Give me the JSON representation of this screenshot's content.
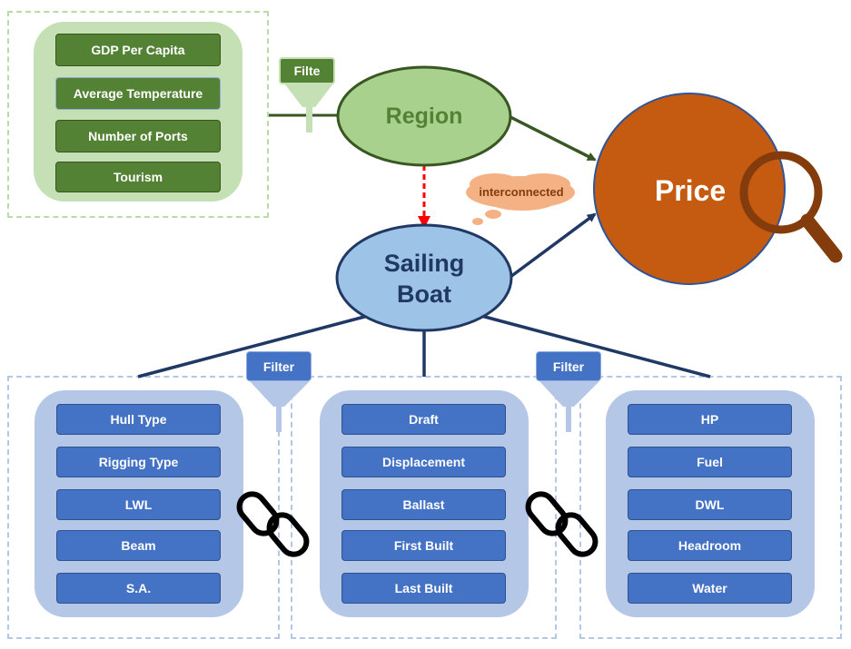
{
  "region_group": {
    "filter_tag": "Filte",
    "attributes": [
      "GDP Per Capita",
      "Average Temperature",
      "Number of Ports",
      "Tourism"
    ]
  },
  "boat_groups": [
    {
      "filter_tag": "Filter",
      "attributes": [
        "Hull Type",
        "Rigging Type",
        "LWL",
        "Beam",
        "S.A."
      ]
    },
    {
      "filter_tag": "Filter",
      "attributes": [
        "Draft",
        "Displacement",
        "Ballast",
        "First Built",
        "Last Built"
      ]
    },
    {
      "attributes": [
        "HP",
        "Fuel",
        "DWL",
        "Headroom",
        "Water"
      ]
    }
  ],
  "nodes": {
    "region": "Region",
    "sailing_boat_line1": "Sailing",
    "sailing_boat_line2": "Boat",
    "price": "Price"
  },
  "annotation": "interconnected",
  "colors": {
    "green_dark": "#548235",
    "green_light": "#c5e0b4",
    "region_fill": "#a9d18e",
    "blue_box": "#4472c4",
    "blue_light": "#b4c7e7",
    "boat_fill": "#9dc3e6",
    "price_fill": "#c55a11",
    "magnifier": "#843c0c",
    "arrow_dashed_red": "#ff0000",
    "navy": "#203864"
  },
  "icons": [
    "magnifier-icon",
    "chain-link-icon",
    "funnel-icon",
    "thought-cloud"
  ]
}
